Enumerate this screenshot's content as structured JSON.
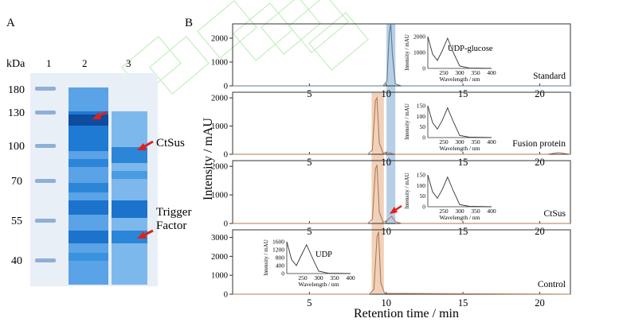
{
  "panel_a": {
    "label": "A",
    "kda_header": "kDa",
    "lane_labels": [
      "1",
      "2",
      "3"
    ],
    "markers": [
      "180",
      "130",
      "100",
      "70",
      "55",
      "40"
    ],
    "annotations": [
      "CtSus",
      "Trigger",
      "Factor"
    ]
  },
  "panel_b": {
    "label": "B",
    "xlabel": "Retention time / min",
    "ylabel": "Intensity / mAU"
  },
  "chart_data": [
    {
      "type": "line",
      "panel": "Standard",
      "ylim": [
        0,
        2600
      ],
      "yticks": [
        "0",
        "1000",
        "2000"
      ],
      "xlim": [
        0,
        22
      ],
      "xticks": [
        "5",
        "10",
        "15",
        "20"
      ],
      "series": [
        {
          "name": "Standard",
          "color": "#5b7a94",
          "x": [
            0,
            9.8,
            10.05,
            10.2,
            10.3,
            10.4,
            10.6,
            11.0,
            22
          ],
          "y": [
            0,
            0,
            200,
            2200,
            2600,
            1400,
            80,
            0,
            0
          ]
        }
      ],
      "inset": {
        "title": "UDP-glucose",
        "xlabel": "Wavelength / nm",
        "ylabel": "Intensity / mAU",
        "xticks": [
          "250",
          "300",
          "350",
          "400"
        ],
        "yticks": [
          "0",
          "1000",
          "2000"
        ],
        "x": [
          200,
          215,
          230,
          245,
          262,
          280,
          300,
          330,
          400
        ],
        "y": [
          2000,
          900,
          500,
          1100,
          1900,
          1000,
          150,
          20,
          0
        ]
      }
    },
    {
      "type": "line",
      "panel": "Fusion protein",
      "ylim": [
        0,
        2200
      ],
      "yticks": [
        "0",
        "1000",
        "2000"
      ],
      "xlim": [
        0,
        22
      ],
      "xticks": [
        "5",
        "10",
        "15",
        "20"
      ],
      "series": [
        {
          "name": "Fusion protein",
          "color": "#b07a55",
          "x": [
            0,
            8.8,
            9.1,
            9.3,
            9.4,
            9.55,
            9.8,
            10.0,
            10.3,
            10.6,
            20.5,
            21.2,
            22
          ],
          "y": [
            0,
            0,
            150,
            1900,
            2000,
            400,
            30,
            80,
            40,
            0,
            0,
            60,
            0
          ]
        }
      ],
      "inset": {
        "title": "",
        "xlabel": "Wavelength / nm",
        "ylabel": "Intensity / mAU",
        "xticks": [
          "250",
          "300",
          "350",
          "400"
        ],
        "yticks": [
          "0",
          "50",
          "100",
          "150"
        ],
        "x": [
          200,
          215,
          230,
          245,
          262,
          280,
          300,
          330,
          400
        ],
        "y": [
          150,
          70,
          40,
          80,
          140,
          75,
          10,
          2,
          0
        ]
      }
    },
    {
      "type": "line",
      "panel": "CtSus",
      "ylim": [
        0,
        2200
      ],
      "yticks": [
        "0",
        "1000",
        "2000"
      ],
      "xlim": [
        0,
        22
      ],
      "xticks": [
        "5",
        "10",
        "15",
        "20"
      ],
      "series": [
        {
          "name": "CtSus",
          "color": "#b07a55",
          "x": [
            0,
            8.8,
            9.1,
            9.3,
            9.4,
            9.55,
            9.8,
            10.1,
            10.35,
            10.6,
            11.0,
            22
          ],
          "y": [
            0,
            0,
            150,
            1900,
            2050,
            400,
            40,
            120,
            250,
            60,
            0,
            0
          ]
        }
      ],
      "inset": {
        "title": "",
        "xlabel": "Wavelength / nm",
        "ylabel": "Intensity / mAU",
        "xticks": [
          "250",
          "300",
          "350",
          "400"
        ],
        "yticks": [
          "0",
          "50",
          "100",
          "150"
        ],
        "x": [
          200,
          215,
          230,
          245,
          262,
          280,
          300,
          330,
          400
        ],
        "y": [
          150,
          70,
          40,
          80,
          140,
          75,
          10,
          2,
          0
        ]
      }
    },
    {
      "type": "line",
      "panel": "Control",
      "ylim": [
        0,
        3400
      ],
      "yticks": [
        "0",
        "1000",
        "2000",
        "3000"
      ],
      "xlim": [
        0,
        22
      ],
      "xticks": [
        "5",
        "10",
        "15",
        "20"
      ],
      "series": [
        {
          "name": "Control",
          "color": "#b07a55",
          "x": [
            0,
            8.9,
            9.2,
            9.4,
            9.5,
            9.65,
            9.9,
            22
          ],
          "y": [
            0,
            0,
            250,
            3000,
            3300,
            600,
            40,
            0
          ]
        }
      ],
      "inset": {
        "title": "UDP",
        "xlabel": "Wavelength / nm",
        "ylabel": "Intensity / mAU",
        "xticks": [
          "250",
          "300",
          "350",
          "400"
        ],
        "yticks": [
          "0",
          "400",
          "800",
          "1200",
          "1600"
        ],
        "x": [
          200,
          215,
          230,
          245,
          262,
          280,
          300,
          330,
          400
        ],
        "y": [
          1600,
          700,
          400,
          900,
          1450,
          800,
          120,
          15,
          0
        ]
      }
    }
  ],
  "colors": {
    "blue_band": "#a9c7e3",
    "orange_band": "#efc9ae",
    "red_arrow": "#e0201b",
    "gel_blue": "#1d79d0",
    "axis": "#333333"
  }
}
